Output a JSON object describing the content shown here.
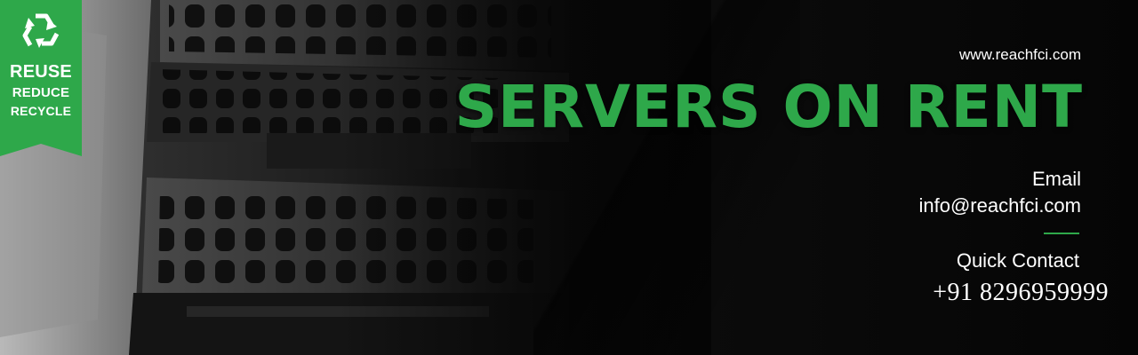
{
  "badge": {
    "icon": "recycle-icon",
    "line1": "REUSE",
    "line2": "REDUCE",
    "line3": "RECYCLE",
    "color": "#2ea84a"
  },
  "website": "www.reachfci.com",
  "headline": "SERVERS ON RENT",
  "email": {
    "label": "Email",
    "value": "info@reachfci.com"
  },
  "contact": {
    "label": "Quick Contact",
    "phone": "+91 8296959999"
  },
  "colors": {
    "accent": "#2ea84a",
    "background": "#050505",
    "text": "#ffffff"
  }
}
